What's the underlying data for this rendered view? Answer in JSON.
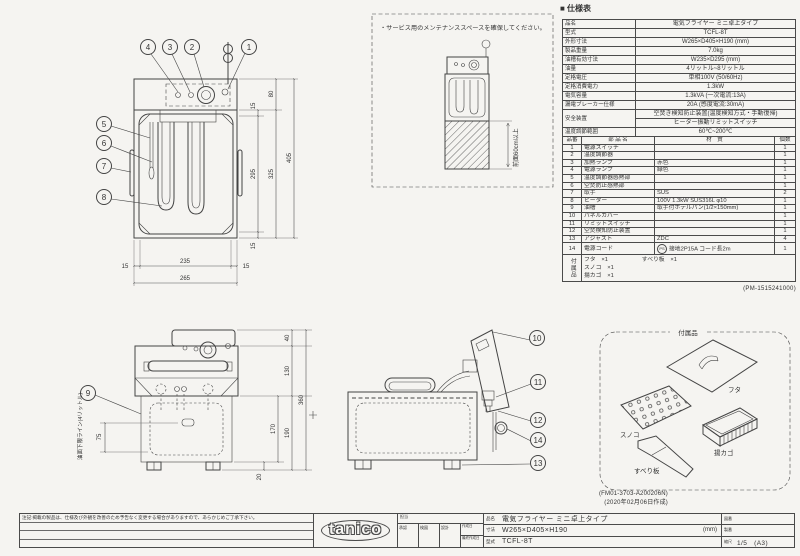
{
  "sheet": {
    "spec_title": "■ 仕様表",
    "pm_number": "(PM-1515241000)",
    "fm_number": "(FM01-3703-A200206N)",
    "fm_date": "(2020年02月06日作成)"
  },
  "spec": {
    "rows": [
      {
        "label": "品名",
        "value": "電気フライヤー ミニ卓上タイプ"
      },
      {
        "label": "型式",
        "value": "TCFL-8T"
      },
      {
        "label": "外形寸法",
        "value": "W265×D405×H190 (mm)"
      },
      {
        "label": "製品重量",
        "value": "7.0kg"
      },
      {
        "label": "油槽有効寸法",
        "value": "W235×D295 (mm)"
      },
      {
        "label": "油量",
        "value": "4リットル~8リットル"
      },
      {
        "label": "定格電圧",
        "value": "単相100V (50/60Hz)"
      },
      {
        "label": "定格消費電力",
        "value": "1.3kW"
      },
      {
        "label": "電気容量",
        "value": "1.3kVA (一次電流:13A)"
      },
      {
        "label": "漏電ブレーカー仕様",
        "value": "20A (感度電流:30mA)"
      },
      {
        "label": "安全装置",
        "value": "空焚き検知防止装置(温度検知方式・手動復帰)",
        "value2": "ヒーター振動リミットスイッチ"
      },
      {
        "label": "温度調節範囲",
        "value": "60℃~200℃"
      }
    ]
  },
  "parts": {
    "headers": {
      "no": "品番",
      "name": "部 品 名",
      "material": "材　質",
      "qty": "個数"
    },
    "rows": [
      {
        "no": "1",
        "name": "電源スイッチ",
        "material": "",
        "qty": "1"
      },
      {
        "no": "2",
        "name": "温度調節器",
        "material": "",
        "qty": "1"
      },
      {
        "no": "3",
        "name": "加熱ランプ",
        "material": "赤色",
        "qty": "1"
      },
      {
        "no": "4",
        "name": "電源ランプ",
        "material": "緑色",
        "qty": "1"
      },
      {
        "no": "5",
        "name": "温度調節器感熱部",
        "material": "",
        "qty": "1"
      },
      {
        "no": "6",
        "name": "空焚防止感熱部",
        "material": "",
        "qty": "1"
      },
      {
        "no": "7",
        "name": "取手",
        "material": "SUS",
        "qty": "2"
      },
      {
        "no": "8",
        "name": "ヒーター",
        "material": "100V 1.3kW SUS316L φ10",
        "qty": "1"
      },
      {
        "no": "9",
        "name": "油槽",
        "material": "取手付ホテルパン(1/2×150mm)",
        "qty": "1"
      },
      {
        "no": "10",
        "name": "パネルカバー",
        "material": "",
        "qty": "1"
      },
      {
        "no": "11",
        "name": "リミットスイッチ",
        "material": "",
        "qty": "1"
      },
      {
        "no": "12",
        "name": "空焚検知防止装置",
        "material": "",
        "qty": "1"
      },
      {
        "no": "13",
        "name": "アジャスト",
        "material": "ZDC",
        "qty": "4"
      },
      {
        "no": "14",
        "name": "電源コード",
        "material": "接地2P15A コード長2m",
        "qty": "1"
      }
    ],
    "cord_mark": "PS",
    "acc_label": "付属品",
    "acc_items": [
      "フタ　×1",
      "スノコ　×1",
      "揚カゴ　×1"
    ],
    "acc_items2": [
      "すべり板　×1"
    ]
  },
  "service_box": {
    "note": "・サービス用のメンテナンススペースを確保してください。",
    "clearance": "前面60cm以上"
  },
  "plan": {
    "balloons": [
      "4",
      "3",
      "2",
      "1",
      "5",
      "6",
      "7",
      "8"
    ],
    "dims": {
      "h80": "80",
      "r15t": "15",
      "r295": "295",
      "r15b": "15",
      "r325": "325",
      "r405": "405",
      "b15l": "15",
      "b235": "235",
      "b15r": "15",
      "b265": "265"
    }
  },
  "front": {
    "balloon": "9",
    "oil_label": "油面下限ライン(4リットル)",
    "dims": {
      "d40": "40",
      "d130": "130",
      "d20": "20",
      "d170": "170",
      "d190": "190",
      "d360": "360",
      "d75": "75"
    }
  },
  "side": {
    "balloons": [
      "10",
      "11",
      "12",
      "14",
      "13"
    ]
  },
  "acc_box": {
    "title": "付属品",
    "lid": "フタ",
    "rack": "スノコ",
    "basket": "揚カゴ",
    "slide": "すべり板"
  },
  "footer": {
    "note": "注記:掲載の製品は、仕様及び外観を改善のため予告なく変更する場合がありますので、あらかじめご了承下さい。",
    "logo": "tanico",
    "stamps": {
      "top": "担当",
      "s1": "承認",
      "s2": "検図",
      "s3": "設計",
      "d1": "作成日",
      "d2": "最終作成日"
    },
    "fields": [
      {
        "label": "品名",
        "value": "電気フライヤー ミニ卓上タイプ",
        "unit": ""
      },
      {
        "label": "寸法",
        "value": "W265×D405×H190",
        "unit": "(mm)"
      },
      {
        "label": "型式",
        "value": "TCFL-8T",
        "unit": ""
      }
    ],
    "right": [
      {
        "label": "図番",
        "value": ""
      },
      {
        "label": "製番",
        "value": ""
      },
      {
        "label": "縮尺",
        "value": "1/5　(A3)"
      }
    ]
  }
}
